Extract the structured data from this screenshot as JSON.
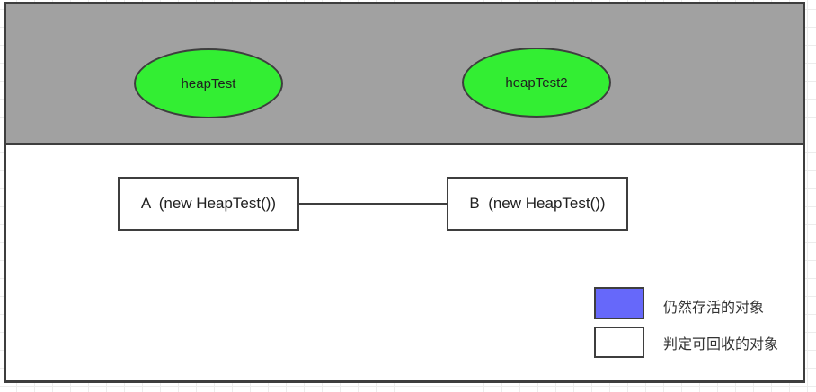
{
  "canvas": {
    "colors": {
      "heap_region_fill": "#a1a1a1",
      "root_fill": "#33ee33",
      "alive_fill": "#6668fa",
      "recyclable_fill": "#ffffff",
      "stroke": "#3e3e3e"
    }
  },
  "gc_roots": [
    {
      "label": "heapTest"
    },
    {
      "label": "heapTest2"
    }
  ],
  "heap_objects": [
    {
      "label": "A  (new HeapTest())"
    },
    {
      "label": "B  (new HeapTest())"
    }
  ],
  "legend": {
    "items": [
      {
        "label": "仍然存活的对象",
        "color": "#6668fa"
      },
      {
        "label": "判定可回收的对象",
        "color": "#ffffff"
      }
    ]
  }
}
